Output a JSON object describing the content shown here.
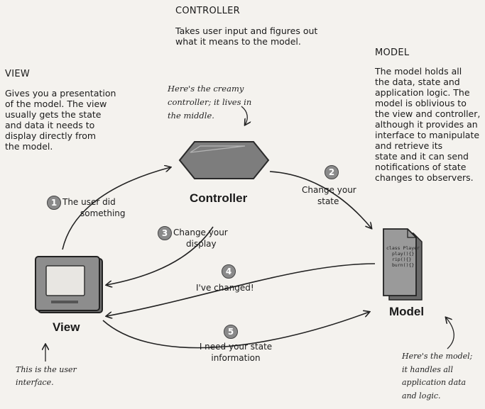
{
  "controller": {
    "heading": "CONTROLLER",
    "description_lines": [
      "Takes user input and figures out",
      "what it means to the model."
    ],
    "label": "Controller",
    "note_lines": [
      "Here's the creamy",
      "controller; it lives in",
      "the middle."
    ]
  },
  "view": {
    "heading": "VIEW",
    "description_lines": [
      "Gives you a presentation",
      "of the model. The view",
      "usually gets the state",
      "and data it needs to",
      "display directly from",
      "the model."
    ],
    "label": "View",
    "note_lines": [
      "This is the user",
      "interface."
    ]
  },
  "model": {
    "heading": "MODEL",
    "description_lines": [
      "The model holds all",
      "the data, state and",
      "application logic.  The",
      "model is oblivious to",
      "the view and controller,",
      "although it provides an",
      "interface to manipulate",
      "and retrieve its",
      "state and it can send",
      "notifications of state",
      "changes to observers."
    ],
    "label": "Model",
    "note_lines": [
      "Here's the model;",
      "it handles all",
      "application data",
      "and logic."
    ],
    "code_lines": [
      "class Player",
      "play(){}",
      "rip(){}",
      "burn(){}"
    ]
  },
  "steps": [
    {
      "number": "1",
      "lines": [
        "The user did",
        "something"
      ]
    },
    {
      "number": "2",
      "lines": [
        "Change your",
        "state"
      ]
    },
    {
      "number": "3",
      "lines": [
        "Change your",
        "display"
      ]
    },
    {
      "number": "4",
      "lines": [
        "I've changed!"
      ]
    },
    {
      "number": "5",
      "lines": [
        "I need your state",
        "information"
      ]
    }
  ],
  "colors": {
    "badge": "#8a8a8a",
    "controller_fill": "#7d7d7d",
    "ink": "#1a1a1a"
  }
}
